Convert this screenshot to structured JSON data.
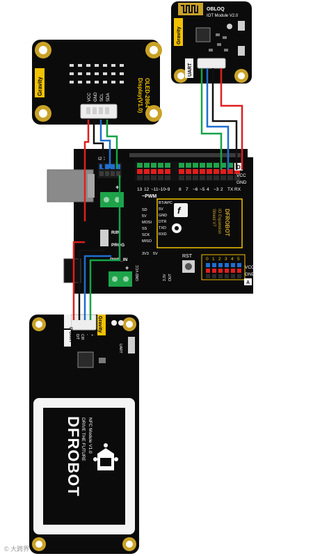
{
  "oled": {
    "gravity": "Gravity",
    "title_line1": "OLED-2864",
    "title_line2": "Display(V1.0)",
    "pins": [
      "VCC",
      "GND",
      "SCL",
      "SDA"
    ]
  },
  "obloq": {
    "gravity": "Gravity",
    "name": "OBLOQ",
    "subtitle": "IOT Module V2.0",
    "uart": "UART"
  },
  "shield": {
    "digital_letter": "D",
    "vcc": "VCC",
    "gnd": "GND",
    "digital_pins": [
      "13",
      "12",
      "~11",
      "~10",
      "~9",
      "8",
      "7",
      "~6",
      "~5",
      "4",
      "~3",
      "2",
      "TX",
      "RX"
    ],
    "pwm": "~PWM",
    "i2c": "I2C",
    "spi_labels": [
      "SD",
      "5V",
      "MOSI",
      "SS",
      "SCK",
      "MISO"
    ],
    "xbee_labels": [
      "BT/APC",
      "5V",
      "GND",
      "DTR",
      "TXD",
      "RXD"
    ],
    "brand": "DFROBOT",
    "model_line1": "IO Expansion",
    "model_line2": "Shield V7",
    "rst": "RST",
    "rin": "R/IN",
    "prog": "PROG",
    "pwr_in": "PWR_IN",
    "v33": "3V3",
    "v5": "5V",
    "gnd_vcc": "GND VCC",
    "out_labels": [
      "3.3V",
      "OUT"
    ],
    "analog_pins": [
      "0",
      "1",
      "2",
      "3",
      "4",
      "5"
    ],
    "analog_letter": "A",
    "analog_vcc": "VCC",
    "analog_gnd": "GND"
  },
  "nfc": {
    "i2c": "I2C",
    "uart": "UART",
    "gravity": "Gravity",
    "pin_labels": [
      "D/T",
      "C/R",
      "-",
      "+"
    ],
    "brand": "DFROBOT",
    "tagline": "DRIVE THE FUTURE",
    "module": "NFC Module V1.0",
    "switch_label": "UART"
  },
  "watermark": "© 大跨界"
}
